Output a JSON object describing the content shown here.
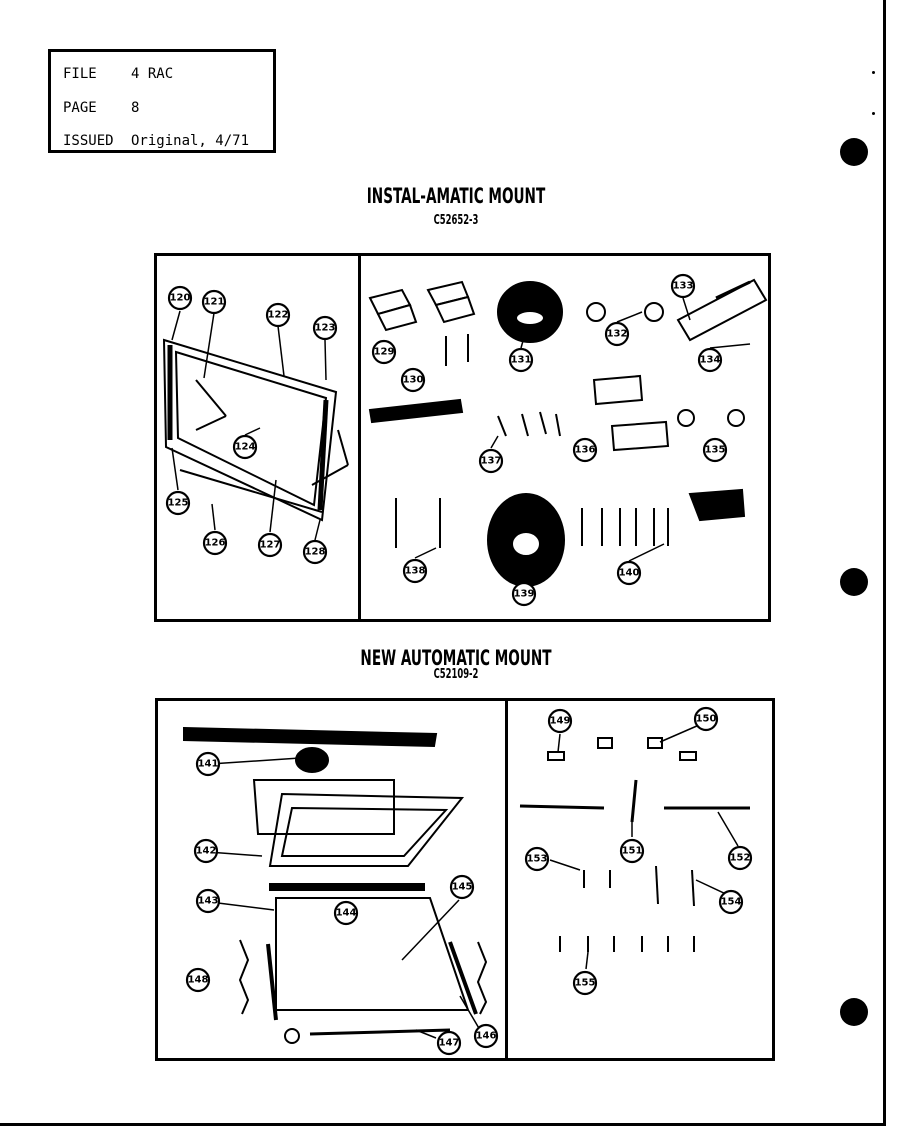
{
  "info": {
    "file_label": "FILE",
    "file_value": "4 RAC",
    "page_label": "PAGE",
    "page_value": "8",
    "issued_label": "ISSUED",
    "issued_value": "Original, 4/71"
  },
  "section1": {
    "title": "INSTAL-AMATIC MOUNT",
    "part": "C52652-3"
  },
  "section2": {
    "title": "NEW AUTOMATIC MOUNT",
    "part": "C52109-2"
  },
  "callouts": {
    "c120": "120",
    "c121": "121",
    "c122": "122",
    "c123": "123",
    "c124": "124",
    "c125": "125",
    "c126": "126",
    "c127": "127",
    "c128": "128",
    "c129": "129",
    "c130": "130",
    "c131": "131",
    "c132": "132",
    "c133": "133",
    "c134": "134",
    "c135": "135",
    "c136": "136",
    "c137": "137",
    "c138": "138",
    "c139": "139",
    "c140": "140",
    "c141": "141",
    "c142": "142",
    "c143": "143",
    "c144": "144",
    "c145": "145",
    "c146": "146",
    "c147": "147",
    "c148": "148",
    "c149": "149",
    "c150": "150",
    "c151": "151",
    "c152": "152",
    "c153": "153",
    "c154": "154",
    "c155": "155"
  }
}
